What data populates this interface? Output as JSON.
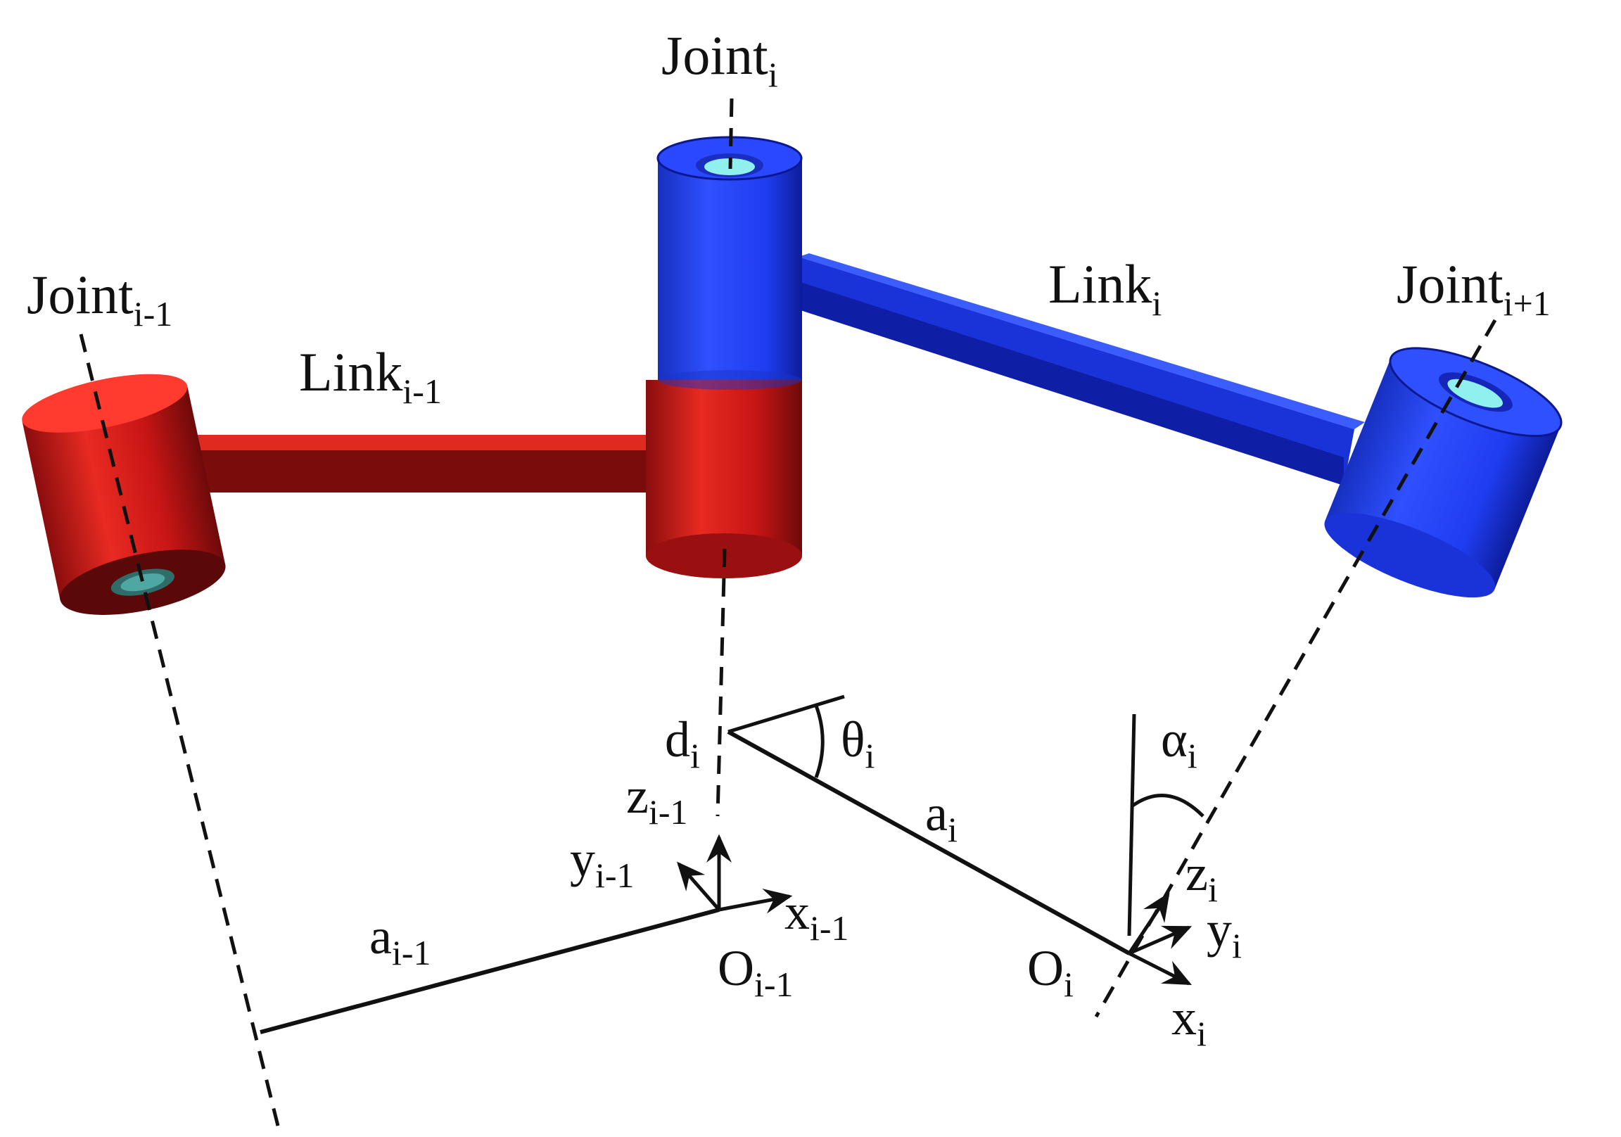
{
  "labels": {
    "joint_i": {
      "main": "Joint",
      "sub": "i"
    },
    "joint_prev": {
      "main": "Joint",
      "sub": "i-1"
    },
    "joint_next": {
      "main": "Joint",
      "sub": "i+1"
    },
    "link_i": {
      "main": "Link",
      "sub": "i"
    },
    "link_prev": {
      "main": "Link",
      "sub": "i-1"
    },
    "d_i": {
      "main": "d",
      "sub": "i"
    },
    "theta_i": {
      "main": "θ",
      "sub": "i"
    },
    "a_i": {
      "main": "a",
      "sub": "i"
    },
    "alpha_i": {
      "main": "α",
      "sub": "i"
    },
    "a_prev": {
      "main": "a",
      "sub": "i-1"
    },
    "z_prev": {
      "main": "z",
      "sub": "i-1"
    },
    "y_prev": {
      "main": "y",
      "sub": "i-1"
    },
    "x_prev": {
      "main": "x",
      "sub": "i-1"
    },
    "o_prev": {
      "main": "O",
      "sub": "i-1"
    },
    "z_i": {
      "main": "z",
      "sub": "i"
    },
    "y_i": {
      "main": "y",
      "sub": "i"
    },
    "x_i": {
      "main": "x",
      "sub": "i"
    },
    "o_i": {
      "main": "O",
      "sub": "i"
    }
  },
  "colors": {
    "red_body": "#d91a1a",
    "red_dark": "#7a0c0c",
    "blue_body": "#1f3df0",
    "blue_dark": "#0e1fa0",
    "bore": "#8ff0ee"
  }
}
